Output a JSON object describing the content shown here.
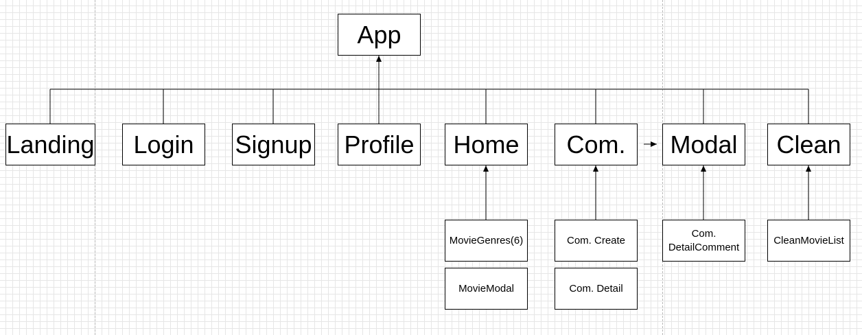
{
  "diagram": {
    "root": "App",
    "children": [
      {
        "id": "landing",
        "label": "Landing",
        "subs": []
      },
      {
        "id": "login",
        "label": "Login",
        "subs": []
      },
      {
        "id": "signup",
        "label": "Signup",
        "subs": []
      },
      {
        "id": "profile",
        "label": "Profile",
        "subs": []
      },
      {
        "id": "home",
        "label": "Home",
        "subs": [
          "MovieGenres(6)",
          "MovieModal"
        ]
      },
      {
        "id": "com",
        "label": "Com.",
        "subs": [
          "Com. Create",
          "Com. Detail"
        ]
      },
      {
        "id": "modal",
        "label": "Modal",
        "subs": [
          "Com.\nDetailComment"
        ]
      },
      {
        "id": "clean",
        "label": "Clean",
        "subs": [
          "CleanMovieList"
        ]
      }
    ]
  },
  "colors": {
    "line": "#000000",
    "grid": "#e6e6e6",
    "page_break": "#b8b8b8"
  }
}
